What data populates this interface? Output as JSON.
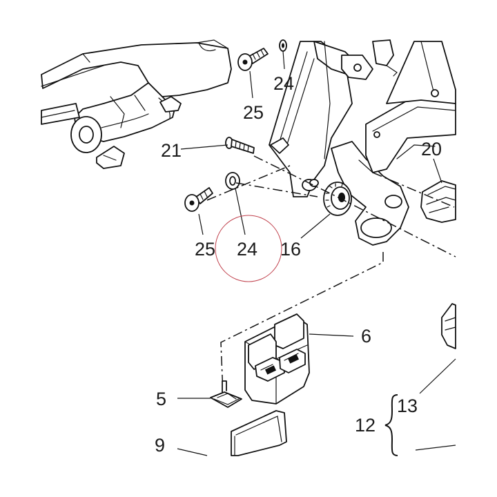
{
  "callouts": {
    "c25_top": "25",
    "c24_top": "24",
    "c21": "21",
    "c20": "20",
    "c25_left": "25",
    "c24_left": "24",
    "c16": "16",
    "c6": "6",
    "c5": "5",
    "c13": "13",
    "c12": "12",
    "c9": "9"
  },
  "colors": {
    "line": "#111111",
    "highlight_circle": "#c0404c",
    "background": "#ffffff"
  }
}
